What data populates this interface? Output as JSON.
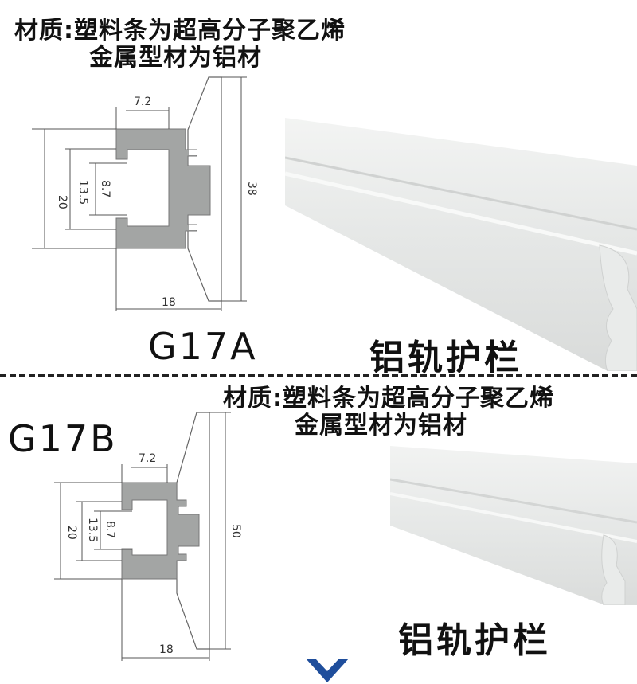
{
  "section_a": {
    "material_line1": "材质:塑料条为超高分子聚乙烯",
    "material_line2": "金属型材为铝材",
    "model": "G17A",
    "product_name": "铝轨护栏",
    "dims": {
      "top": "7.2",
      "left_outer": "20",
      "left_mid": "13.5",
      "left_inner": "8.7",
      "right": "38",
      "bottom": "18"
    }
  },
  "section_b": {
    "material_line1": "材质:塑料条为超高分子聚乙烯",
    "material_line2": "金属型材为铝材",
    "model": "G17B",
    "product_name": "铝轨护栏",
    "dims": {
      "top": "7.2",
      "left_outer": "20",
      "left_mid": "13.5",
      "left_inner": "8.7",
      "right": "50",
      "bottom": "18"
    }
  },
  "colors": {
    "profile_gray": "#a3a5a4",
    "product_white": "#eceeed",
    "arrow_blue": "#1f4e9c"
  },
  "icons": {
    "scroll": "chevron-down-icon"
  }
}
